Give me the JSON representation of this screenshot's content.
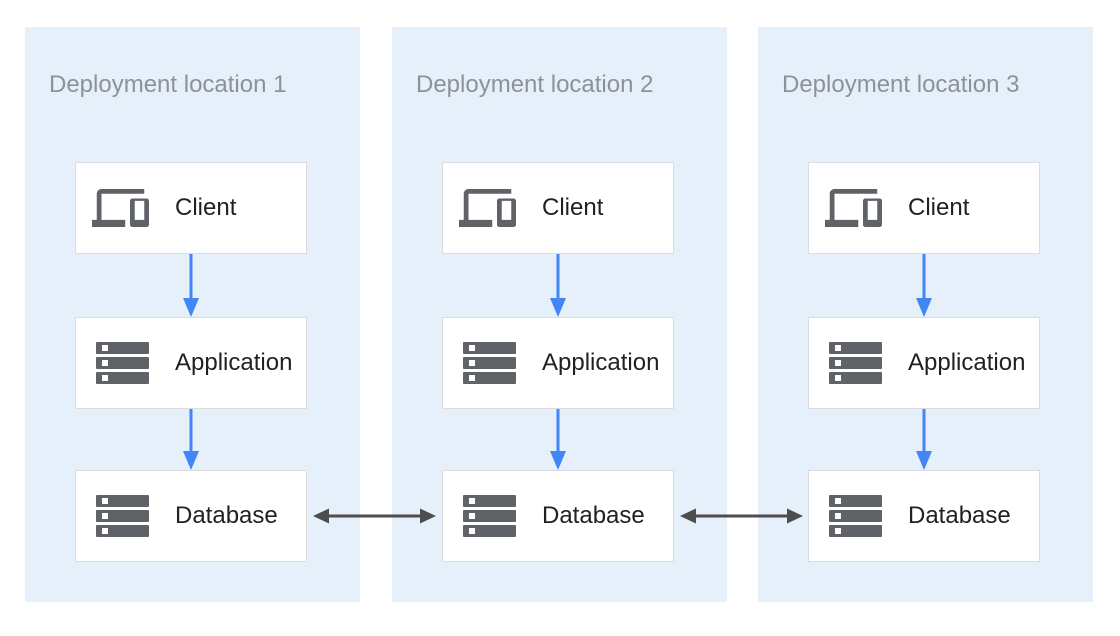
{
  "diagram": {
    "panels": [
      {
        "title": "Deployment location 1",
        "nodes": [
          {
            "label": "Client",
            "icon": "devices-icon"
          },
          {
            "label": "Application",
            "icon": "server-stack-icon"
          },
          {
            "label": "Database",
            "icon": "server-stack-icon"
          }
        ]
      },
      {
        "title": "Deployment location 2",
        "nodes": [
          {
            "label": "Client",
            "icon": "devices-icon"
          },
          {
            "label": "Application",
            "icon": "server-stack-icon"
          },
          {
            "label": "Database",
            "icon": "server-stack-icon"
          }
        ]
      },
      {
        "title": "Deployment location 3",
        "nodes": [
          {
            "label": "Client",
            "icon": "devices-icon"
          },
          {
            "label": "Application",
            "icon": "server-stack-icon"
          },
          {
            "label": "Database",
            "icon": "server-stack-icon"
          }
        ]
      }
    ],
    "connections": {
      "within_each_panel": [
        {
          "from": "Client",
          "to": "Application",
          "type": "one-way-down"
        },
        {
          "from": "Application",
          "to": "Database",
          "type": "one-way-down"
        }
      ],
      "across_panels": [
        {
          "from": "Database (location 1)",
          "to": "Database (location 2)",
          "type": "two-way"
        },
        {
          "from": "Database (location 2)",
          "to": "Database (location 3)",
          "type": "two-way"
        }
      ]
    },
    "colors": {
      "panel_background": "#E6F0FA",
      "node_background": "#FFFFFF",
      "node_border": "#DADCE0",
      "panel_title_text": "#8D9297",
      "node_label_text": "#212121",
      "icon": "#5F6368",
      "flow_arrow": "#4285F4",
      "replication_arrow": "#4D4D4D"
    }
  }
}
